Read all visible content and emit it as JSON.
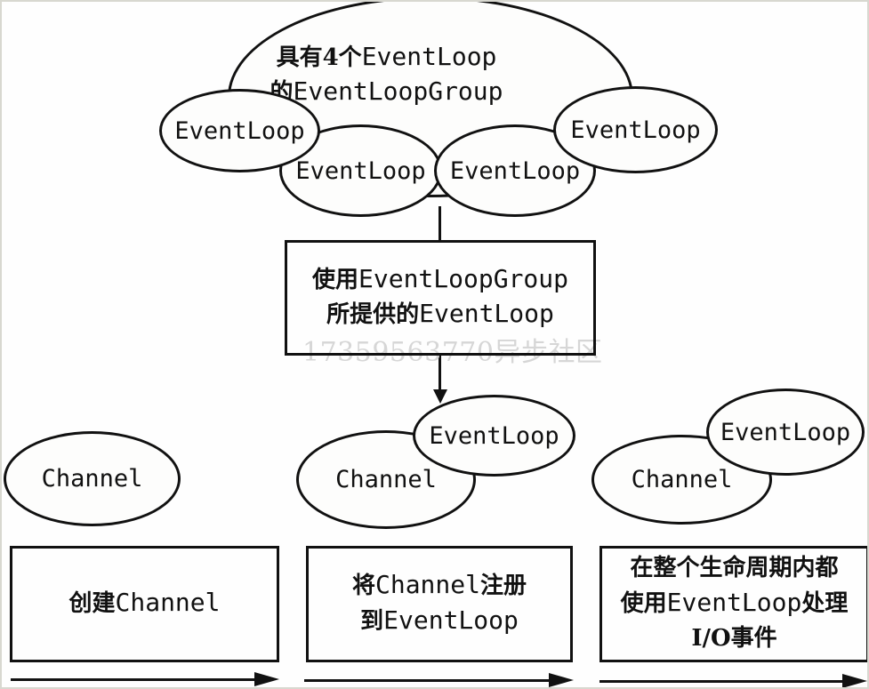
{
  "colors": {
    "stroke": "#111111",
    "watermark_gray": "#d6d6d6",
    "frame_border": "#d8d8d0",
    "background": "#fefefe"
  },
  "watermark": {
    "text": "17359563770异步社区"
  },
  "top_cluster": {
    "title_line1_cn": "具有4个",
    "title_line1_code": "EventLoop",
    "title_line2_cn": "的",
    "title_line2_code": "EventLoopGroup",
    "event_loops": [
      "EventLoop",
      "EventLoop",
      "EventLoop",
      "EventLoop"
    ]
  },
  "provider_box": {
    "line1_cn": "使用",
    "line1_code": "EventLoopGroup",
    "line2_cn": "所提供的",
    "line2_code": "EventLoop"
  },
  "stage1": {
    "channel": "Channel",
    "box_cn": "创建",
    "box_code": "Channel"
  },
  "stage2": {
    "channel": "Channel",
    "eventloop": "EventLoop",
    "line1_cn": "将",
    "line1_code": "Channel",
    "line1_cn2": "注册",
    "line2_cn": "到",
    "line2_code": "EventLoop"
  },
  "stage3": {
    "channel": "Channel",
    "eventloop": "EventLoop",
    "line1": "在整个生命周期内都",
    "line2_cn": "使用",
    "line2_code": "EventLoop",
    "line2_cn2": "处理",
    "line3": "I/O事件"
  }
}
